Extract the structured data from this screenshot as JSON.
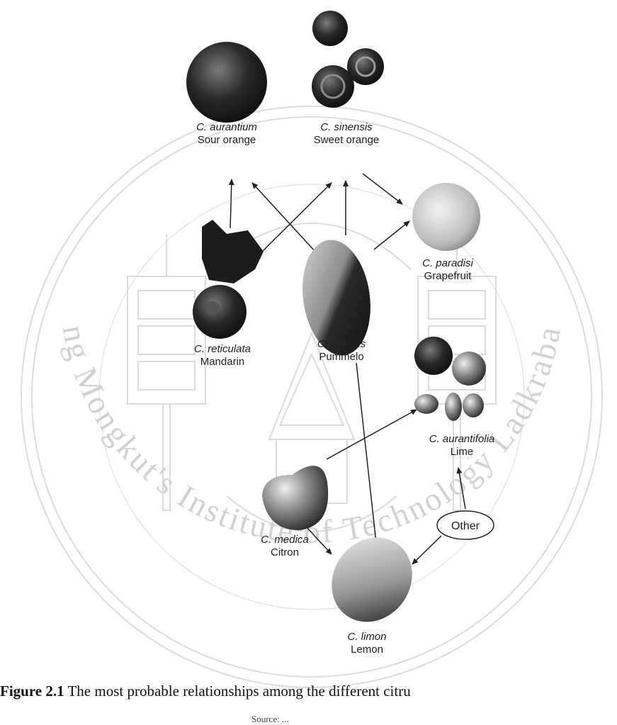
{
  "watermark": {
    "text": "King Mongkut's Institute of Technology Ladkrabang",
    "color": "#d2d2d2"
  },
  "species": [
    {
      "id": "sour-orange",
      "scientific": "C. aurantium",
      "common": "Sour orange"
    },
    {
      "id": "sweet-orange",
      "scientific": "C. sinensis",
      "common": "Sweet orange"
    },
    {
      "id": "grapefruit",
      "scientific": "C. paradisi",
      "common": "Grapefruit"
    },
    {
      "id": "mandarin",
      "scientific": "C. reticulata",
      "common": "Mandarin"
    },
    {
      "id": "pummelo",
      "scientific": "C. grandis",
      "common": "Pummelo"
    },
    {
      "id": "lime",
      "scientific": "C. aurantifolia",
      "common": "Lime"
    },
    {
      "id": "citron",
      "scientific": "C. medica",
      "common": "Citron"
    },
    {
      "id": "lemon",
      "scientific": "C. limon",
      "common": "Lemon"
    }
  ],
  "other_node": "Other",
  "relationships": [
    {
      "from": "mandarin",
      "to": "sour-orange"
    },
    {
      "from": "mandarin",
      "to": "sweet-orange"
    },
    {
      "from": "pummelo",
      "to": "sour-orange"
    },
    {
      "from": "pummelo",
      "to": "sweet-orange"
    },
    {
      "from": "pummelo",
      "to": "grapefruit"
    },
    {
      "from": "sweet-orange",
      "to": "grapefruit"
    },
    {
      "from": "pummelo",
      "to": "lemon"
    },
    {
      "from": "citron",
      "to": "lemon"
    },
    {
      "from": "citron",
      "to": "lime"
    },
    {
      "from": "other",
      "to": "lime"
    },
    {
      "from": "other",
      "to": "lemon"
    }
  ],
  "caption": {
    "number": "Figure 2.1",
    "text": " The most probable relationships among the different citru"
  },
  "source": "Source: ...",
  "colors": {
    "fruit_dark": "#1a1a1a",
    "fruit_mid": "#5a5a5a",
    "fruit_light": "#cfcfcf",
    "arrow": "#222222"
  }
}
